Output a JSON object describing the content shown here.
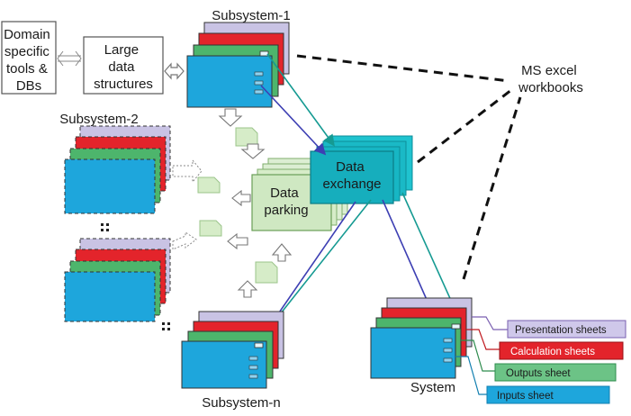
{
  "boxes": {
    "domain_tools": [
      "Domain",
      "specific",
      "tools &",
      "DBs"
    ],
    "large_data": [
      "Large",
      "data",
      "structures"
    ],
    "data_parking": [
      "Data",
      "parking"
    ],
    "data_exchange": [
      "Data",
      "exchange"
    ]
  },
  "labels": {
    "subsystem_1": "Subsystem-1",
    "subsystem_2": "Subsystem-2",
    "subsystem_n": "Subsystem-n",
    "system": "System",
    "ms_excel": [
      "MS excel",
      "workbooks"
    ]
  },
  "legend": {
    "presentation": "Presentation sheets",
    "calculation": "Calculation sheets",
    "outputs": "Outputs sheet",
    "inputs": "Inputs sheet"
  },
  "colors": {
    "presentation": "#c9c3e4",
    "calculation": "#e3242b",
    "outputs": "#4db56c",
    "inputs": "#1ea6dc",
    "exchange": "#17b6c4",
    "parking": "#cfe8c2",
    "arrow_blue": "#3d3fb3",
    "arrow_teal": "#159a92"
  }
}
